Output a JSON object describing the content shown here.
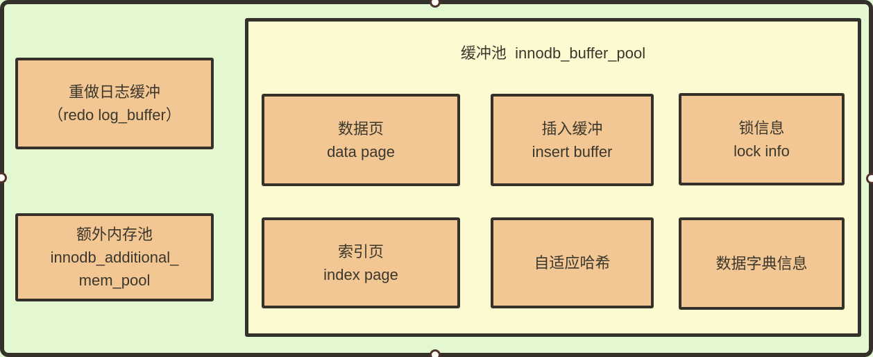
{
  "diagram": {
    "title": "缓冲池  innodb_buffer_pool",
    "left_boxes": [
      {
        "line1": "重做日志缓冲",
        "line2": "（redo log_buffer）",
        "line3": ""
      },
      {
        "line1": "额外内存池",
        "line2": "innodb_additional_",
        "line3": "mem_pool"
      }
    ],
    "pool_cells": [
      {
        "line1": "数据页",
        "line2": "data page"
      },
      {
        "line1": "插入缓冲",
        "line2": "insert buffer"
      },
      {
        "line1": "锁信息",
        "line2": "lock info"
      },
      {
        "line1": "索引页",
        "line2": "index page"
      },
      {
        "line1": "自适应哈希",
        "line2": ""
      },
      {
        "line1": "数据字典信息",
        "line2": ""
      }
    ],
    "colors": {
      "canvas_background": "#e3f7d0",
      "pool_background": "#fcfad0",
      "shape_fill": "#f2c794",
      "stroke": "#33312a",
      "text": "#3c372d",
      "handle_fill": "#fffdf8",
      "handle_stroke": "#4e322b"
    }
  }
}
